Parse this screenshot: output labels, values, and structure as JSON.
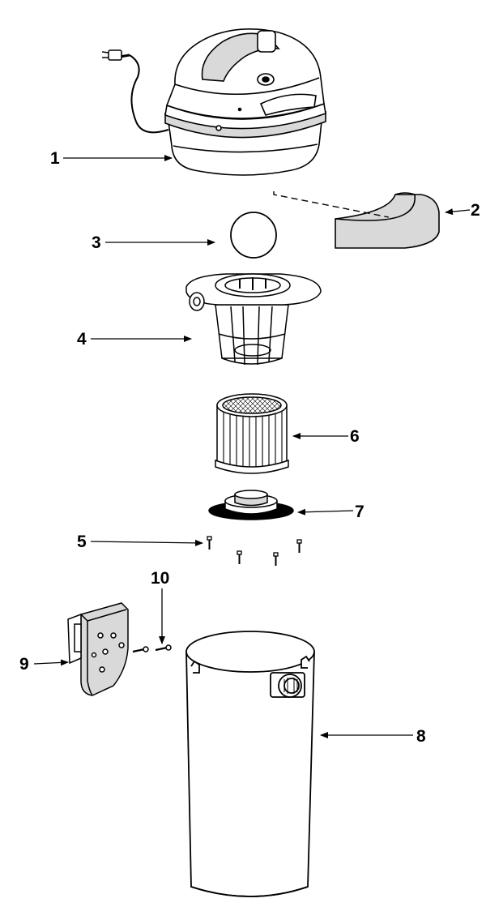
{
  "colors": {
    "line": "#000000",
    "part_fill": "#ffffff",
    "part_shade": "#d9d9d9",
    "background": "#ffffff"
  },
  "callouts": {
    "c1": "1",
    "c2": "2",
    "c3": "3",
    "c4": "4",
    "c5": "5",
    "c6": "6",
    "c7": "7",
    "c8": "8",
    "c9": "9",
    "c10": "10"
  }
}
